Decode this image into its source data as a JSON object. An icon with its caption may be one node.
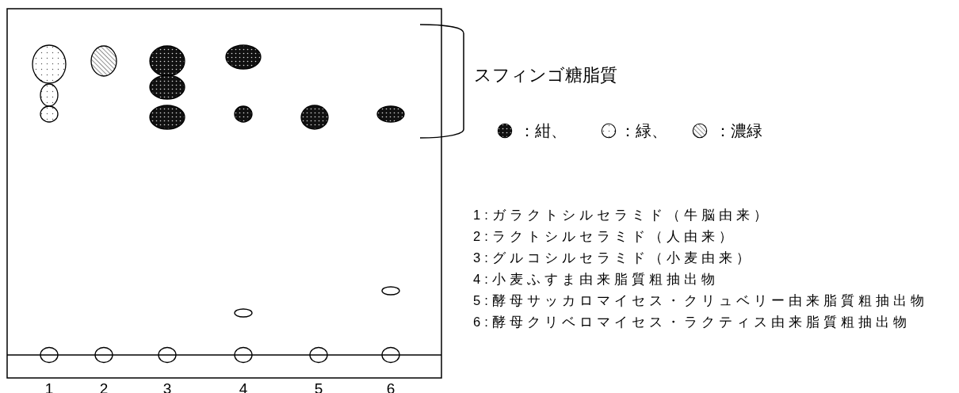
{
  "diagram": {
    "labels": [
      "スフィンゴ糖脂質",
      "1:ガラクトシルセラミド（牛脳由来）",
      "2:ラクトシルセラミド（人由来）",
      "3:グルコシルセラミド（小麦由来）",
      "4:小麦ふすま由来脂質粗抽出物",
      "5:酵母サッカロマイセス・クリュベリー由来脂質粗抽出物",
      "6:酵母クリベロマイセス・ラクティス由来脂質粗抽出物",
      "1",
      "2",
      "3",
      "4",
      "5",
      "6"
    ],
    "legend": [
      {
        "text": "：紺、"
      },
      {
        "text": "：緑、"
      },
      {
        "text": "：濃緑"
      }
    ]
  }
}
